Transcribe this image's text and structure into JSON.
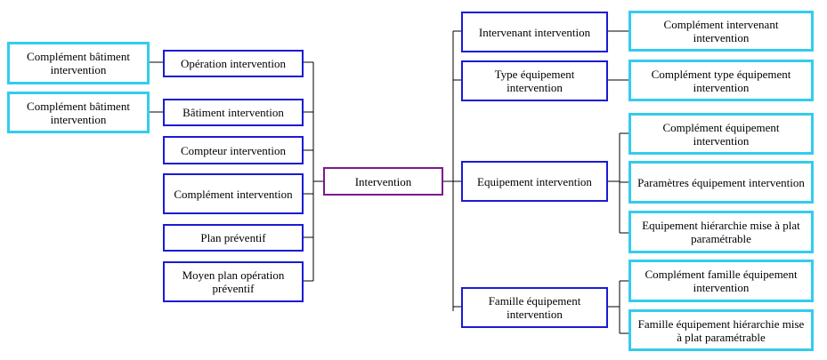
{
  "colors": {
    "blue": "#1a1ad6",
    "cyan": "#33ccee",
    "purple": "#7a1a8a",
    "line": "#000000"
  },
  "nodes": {
    "center": {
      "label": "Intervention"
    },
    "operation": {
      "label": "Opération intervention"
    },
    "batiment": {
      "label": "Bâtiment intervention"
    },
    "compteur": {
      "label": "Compteur intervention"
    },
    "complement": {
      "label": "Complément intervention"
    },
    "plan": {
      "label": "Plan préventif"
    },
    "moyen": {
      "label": "Moyen plan opération préventif"
    },
    "comp_bat_op": {
      "label": "Complément bâtiment intervention"
    },
    "comp_bat_bat": {
      "label": "Complément bâtiment intervention"
    },
    "intervenant": {
      "label": "Intervenant intervention"
    },
    "type_equip": {
      "label": "Type équipement intervention"
    },
    "equipement": {
      "label": "Equipement intervention"
    },
    "famille": {
      "label": "Famille équipement intervention"
    },
    "comp_intervenant": {
      "label": "Complément intervenant intervention"
    },
    "comp_type": {
      "label": "Complément type équipement intervention"
    },
    "comp_equip": {
      "label": "Complément équipement intervention"
    },
    "param_equip": {
      "label": "Paramètres équipement intervention"
    },
    "equip_hier": {
      "label": "Equipement hiérarchie mise à plat paramétrable"
    },
    "comp_famille": {
      "label": "Complément famille équipement intervention"
    },
    "famille_hier": {
      "label": "Famille équipement  hiérarchie mise à plat paramétrable"
    }
  }
}
